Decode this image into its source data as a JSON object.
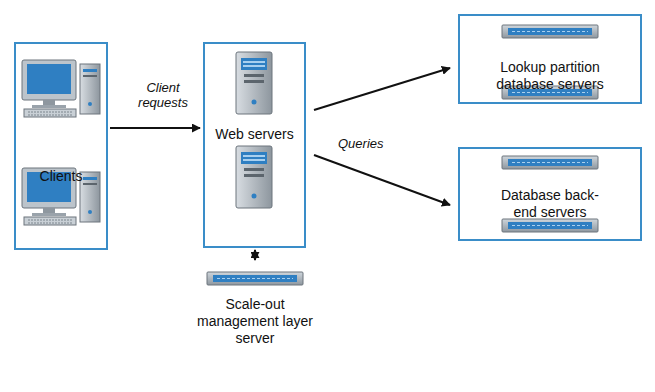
{
  "diagram": {
    "nodes": [
      {
        "text": [
          "Clients"
        ]
      },
      {
        "text": [
          "Web servers"
        ]
      },
      {
        "text": [
          "Lookup partition database servers"
        ]
      },
      {
        "text": [
          "Database back-end servers"
        ]
      },
      {
        "text": [
          "Scale-out management layer server"
        ]
      }
    ],
    "edges": [
      {
        "from": 0,
        "to": 1,
        "arrow": "to",
        "label": "Client requests"
      },
      {
        "from": 1,
        "to": 2,
        "arrow": "to"
      },
      {
        "from": 1,
        "to": 3,
        "arrow": "to"
      },
      {
        "from": 1,
        "to": 4,
        "arrow": "both"
      }
    ],
    "labels": [
      "Queries"
    ]
  }
}
